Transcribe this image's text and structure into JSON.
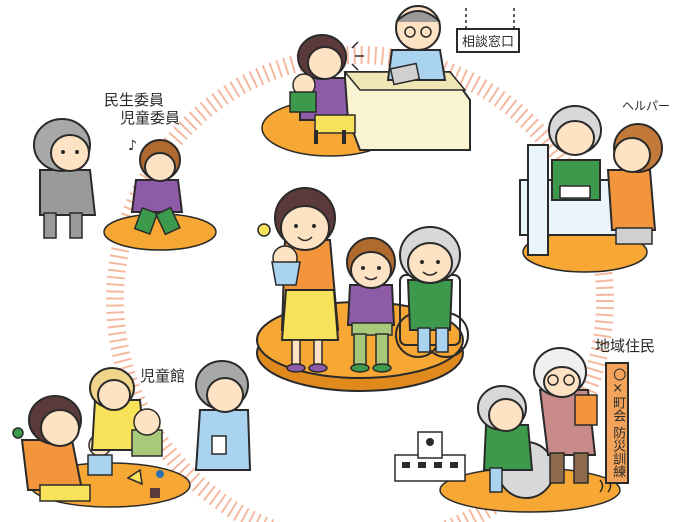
{
  "labels": {
    "consultation_sign": "相談窓口",
    "welfare_commissioner": "民生委員",
    "child_commissioner": "児童委員",
    "helper": "ヘルパー",
    "residents": "地域住民",
    "childrens_hall": "児童館",
    "drill_banner": "〇×町会 防災訓練"
  },
  "colors": {
    "ring": "#f5b9a0",
    "floor": "#f6a734",
    "outline": "#2a2a2a",
    "skin": "#fde2c4",
    "purple": "#8e5ba8",
    "green": "#3d9a4c",
    "yellow": "#f7e25a",
    "orange": "#f3953c",
    "grey": "#9a9a9a",
    "blue": "#a9d3ef"
  }
}
